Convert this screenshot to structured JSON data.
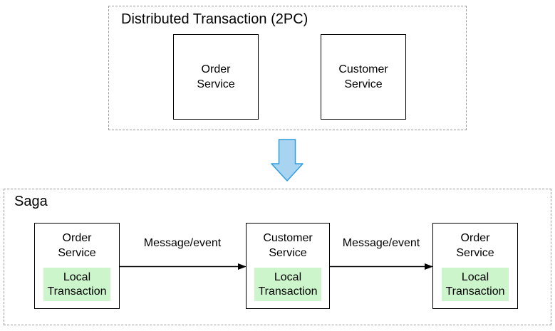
{
  "top_container": {
    "title": "Distributed Transaction (2PC)",
    "boxes": [
      {
        "lines": [
          "Order",
          "Service"
        ]
      },
      {
        "lines": [
          "Customer",
          "Service"
        ]
      }
    ]
  },
  "transform_icon": {
    "name": "down-arrow"
  },
  "saga_container": {
    "title": "Saga",
    "boxes": [
      {
        "lines": [
          "Order",
          "Service"
        ],
        "local_transaction": "Local Transaction"
      },
      {
        "lines": [
          "Customer",
          "Service"
        ],
        "local_transaction": "Local Transaction"
      },
      {
        "lines": [
          "Order",
          "Service"
        ],
        "local_transaction": "Local Transaction"
      }
    ],
    "arrows": [
      {
        "label": "Message/event"
      },
      {
        "label": "Message/event"
      }
    ]
  },
  "colors": {
    "container_border": "#999999",
    "box_border": "#000000",
    "local_transaction_fill": "#ccf5cc",
    "down_arrow_fill": "#a8d4f2",
    "down_arrow_stroke": "#2f9ee0",
    "arrow_line": "#000000",
    "text": "#000000"
  }
}
